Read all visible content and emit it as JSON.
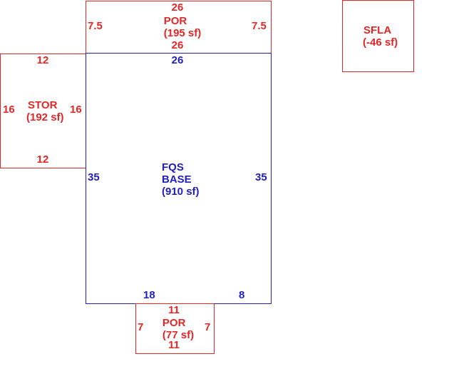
{
  "areas": {
    "por_top": {
      "name": "POR",
      "area": "(195 sf)",
      "top": "26",
      "bottom": "26",
      "left": "7.5",
      "right": "7.5"
    },
    "stor": {
      "name": "STOR",
      "area": "(192 sf)",
      "top": "12",
      "bottom": "12",
      "left": "16",
      "right": "16"
    },
    "base": {
      "line1": "FQS",
      "line2": "BASE",
      "area": "(910 sf)",
      "top": "26",
      "left": "35",
      "right": "35",
      "bottom_left": "18",
      "bottom_right": "8"
    },
    "por_bottom": {
      "name": "POR",
      "area": "(77 sf)",
      "top": "11",
      "bottom": "11",
      "left": "7",
      "right": "7"
    },
    "sfla": {
      "name": "SFLA",
      "area": "(-46 sf)"
    }
  },
  "colors": {
    "addition": "#e32626",
    "base": "#2020c0"
  }
}
